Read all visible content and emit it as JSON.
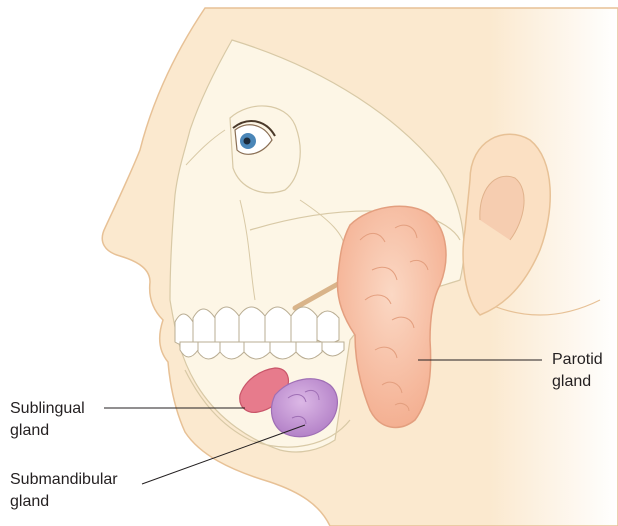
{
  "labels": {
    "parotid": [
      "Parotid",
      "gland"
    ],
    "sublingual": [
      "Sublingual",
      "gland"
    ],
    "submandibular": [
      "Submandibular",
      "gland"
    ]
  },
  "colors": {
    "skin": "#fbe9cf",
    "skin_edge": "#e7c196",
    "bone": "#fdf6e6",
    "bone_edge": "#d8c9a6",
    "parotid": "#f8c3a6",
    "parotid_edge": "#e39f7f",
    "sublingual": "#e77b8c",
    "submandibular": "#c49ad3",
    "leader_line": "#231f20",
    "iris": "#4a86b8"
  }
}
